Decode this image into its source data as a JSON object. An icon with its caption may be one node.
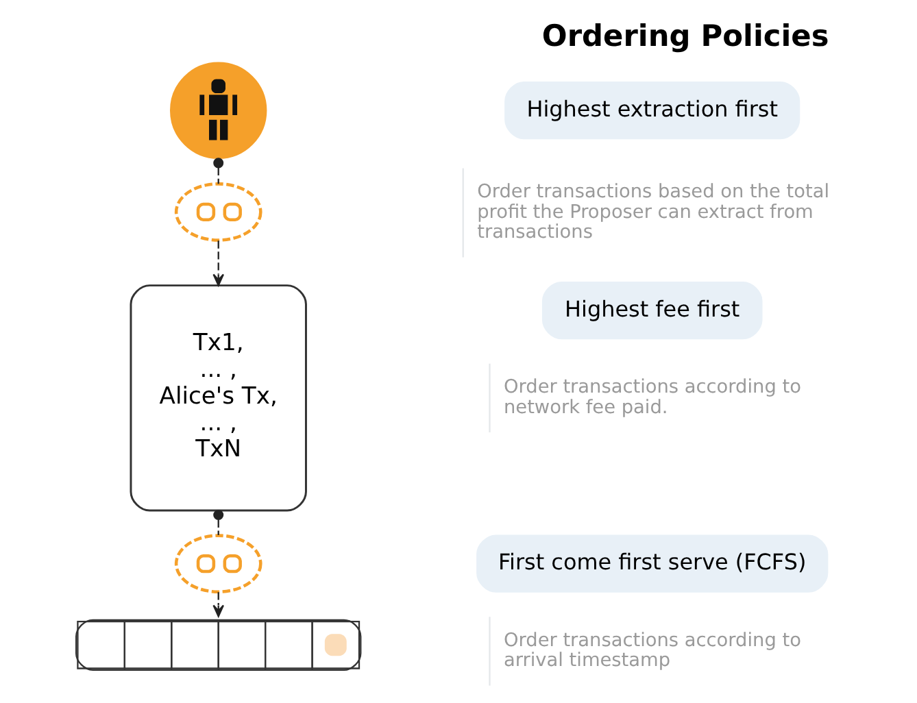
{
  "diagram": {
    "title": "Ordering Policies",
    "nodes": [
      {
        "text": [],
        "shape": "person"
      },
      {
        "text": [],
        "shape": "picture"
      },
      {
        "text": [
          "Tx1, ... , Alice's Tx, ... , TxN"
        ]
      },
      {
        "text": [],
        "shape": "picture"
      },
      {
        "text": [],
        "shape": "bar"
      },
      {
        "text": [
          "Highest extraction first"
        ],
        "beside": [
          "Order transactions based on the total profit the Proposer can extract from transactions"
        ]
      },
      {
        "text": [
          "Highest fee first"
        ],
        "beside": [
          "Order transactions according to network fee paid."
        ]
      },
      {
        "text": [
          "First come first serve (FCFS)"
        ],
        "beside": [
          "Order transactions according to arrival timestamp"
        ]
      }
    ],
    "edges": [
      {
        "from": 0,
        "to": 1,
        "arrow": "other",
        "style": "dashed"
      },
      {
        "from": 1,
        "to": 2,
        "arrow": "to",
        "style": "dashed"
      },
      {
        "from": 2,
        "to": 3,
        "arrow": "other",
        "style": "dashed"
      },
      {
        "from": 3,
        "to": 4,
        "arrow": "to",
        "style": "dashed"
      }
    ]
  }
}
